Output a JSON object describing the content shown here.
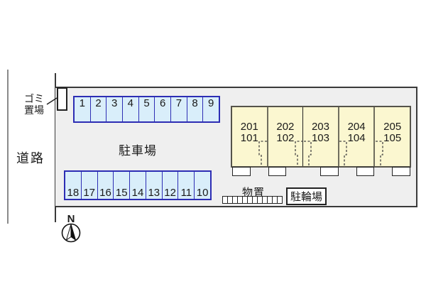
{
  "road": {
    "label": "道路"
  },
  "garbage": {
    "line1": "ゴミ",
    "line2": "置場"
  },
  "parking": {
    "label": "駐車場",
    "top_row": [
      "1",
      "2",
      "3",
      "4",
      "5",
      "6",
      "7",
      "8",
      "9"
    ],
    "bottom_row": [
      "18",
      "17",
      "16",
      "15",
      "14",
      "13",
      "12",
      "11",
      "10"
    ]
  },
  "building": {
    "units": [
      {
        "upper": "201",
        "lower": "101"
      },
      {
        "upper": "202",
        "lower": "102"
      },
      {
        "upper": "203",
        "lower": "103"
      },
      {
        "upper": "204",
        "lower": "104"
      },
      {
        "upper": "205",
        "lower": "105"
      }
    ]
  },
  "storage": {
    "label": "物置",
    "cell_count": 12
  },
  "bicycle": {
    "label": "駐輪場"
  },
  "compass": {
    "label": "N"
  },
  "colors": {
    "property_fill": "#efefef",
    "property_border": "#3a3a3a",
    "road_line": "#8a8a8a",
    "parking_fill": "#d9eefa",
    "parking_border": "#2d2db4",
    "building_fill": "#fbf7d0",
    "building_border": "#55534a"
  }
}
